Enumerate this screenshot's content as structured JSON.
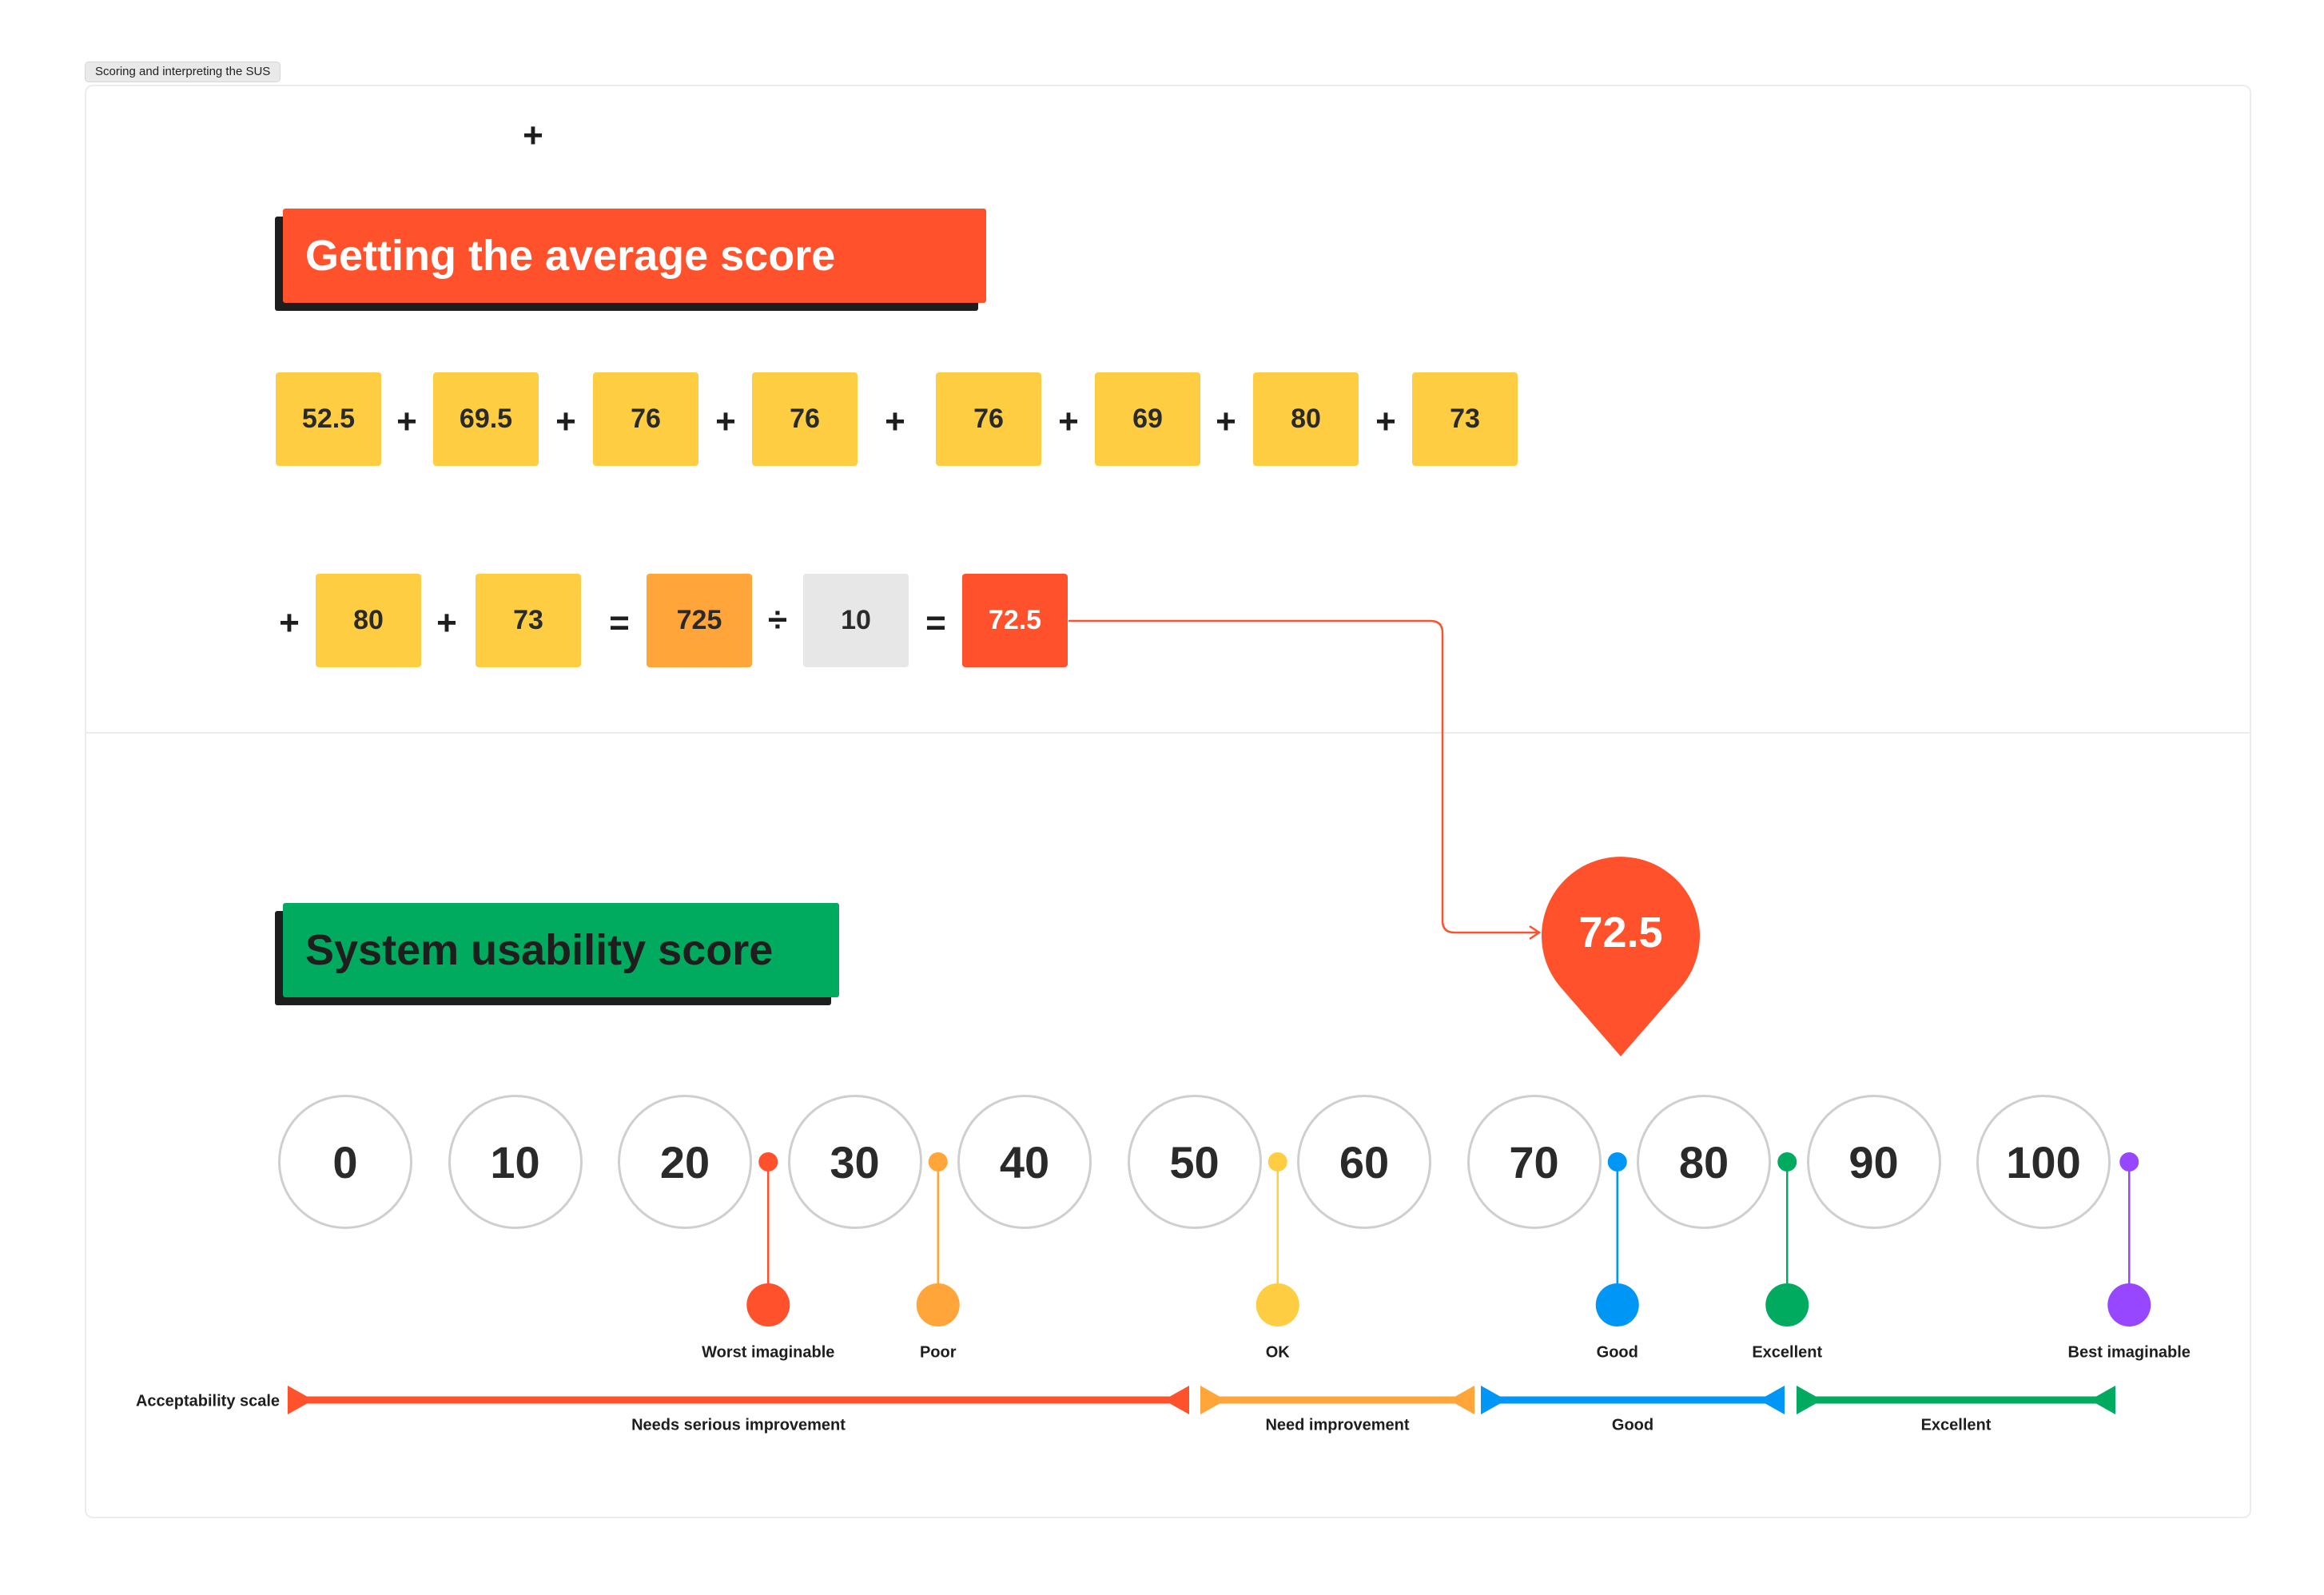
{
  "frame_label": "Scoring and interpreting the SUS",
  "top_plus": "+",
  "section1": {
    "title": "Getting the average score",
    "row1": [
      "52.5",
      "69.5",
      "76",
      "76",
      "76",
      "69",
      "80",
      "73"
    ],
    "row2": {
      "leading_plus": "+",
      "scores": [
        "80",
        "73"
      ],
      "sum": "725",
      "divisor": "10",
      "result": "72.5"
    },
    "operators": {
      "plus": "+",
      "equals": "=",
      "divide": "÷"
    }
  },
  "section2": {
    "title": "System usability score",
    "pin_value": "72.5",
    "scale_numbers": [
      "0",
      "10",
      "20",
      "30",
      "40",
      "50",
      "60",
      "70",
      "80",
      "90",
      "100"
    ],
    "adjectives": [
      {
        "label": "Worst imaginable",
        "score": 25,
        "color": "#ff512c"
      },
      {
        "label": "Poor",
        "score": 35,
        "color": "#ffa539"
      },
      {
        "label": "OK",
        "score": 55,
        "color": "#ffcd42"
      },
      {
        "label": "Good",
        "score": 75,
        "color": "#0096f5"
      },
      {
        "label": "Excellent",
        "score": 85,
        "color": "#00ab5f"
      },
      {
        "label": "Best imaginable",
        "score": 105,
        "color": "#9747ff"
      }
    ],
    "acceptability_label": "Acceptability scale",
    "acceptability_ranges": [
      {
        "label": "Needs serious improvement",
        "color": "#ff512c"
      },
      {
        "label": "Need improvement",
        "color": "#ffa539"
      },
      {
        "label": "Good",
        "color": "#0096f5"
      },
      {
        "label": "Excellent",
        "color": "#00ab5f"
      }
    ]
  },
  "colors": {
    "red": "#ff512c",
    "green": "#00ab5f",
    "yellow": "#ffcd42",
    "orange": "#ffa539",
    "grey": "#e6e7e6"
  }
}
